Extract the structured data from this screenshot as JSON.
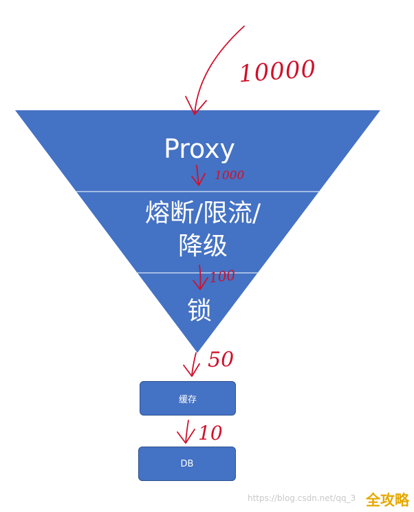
{
  "funnel": {
    "layers": [
      {
        "label": "Proxy"
      },
      {
        "label": "熔断/限流/\n降级"
      },
      {
        "label": "锁"
      }
    ],
    "fill_color": "#4472c4",
    "divider_color": "#dfe7f5"
  },
  "boxes": {
    "cache": "缓存",
    "db": "DB"
  },
  "annotations": {
    "color": "#d0102a",
    "incoming": "10000",
    "after_proxy": "1000",
    "after_circuit_breaker": "100",
    "after_lock": "50",
    "after_cache": "10"
  },
  "watermark": {
    "url": "https://blog.csdn.net/qq_3",
    "logo": "全攻略"
  }
}
